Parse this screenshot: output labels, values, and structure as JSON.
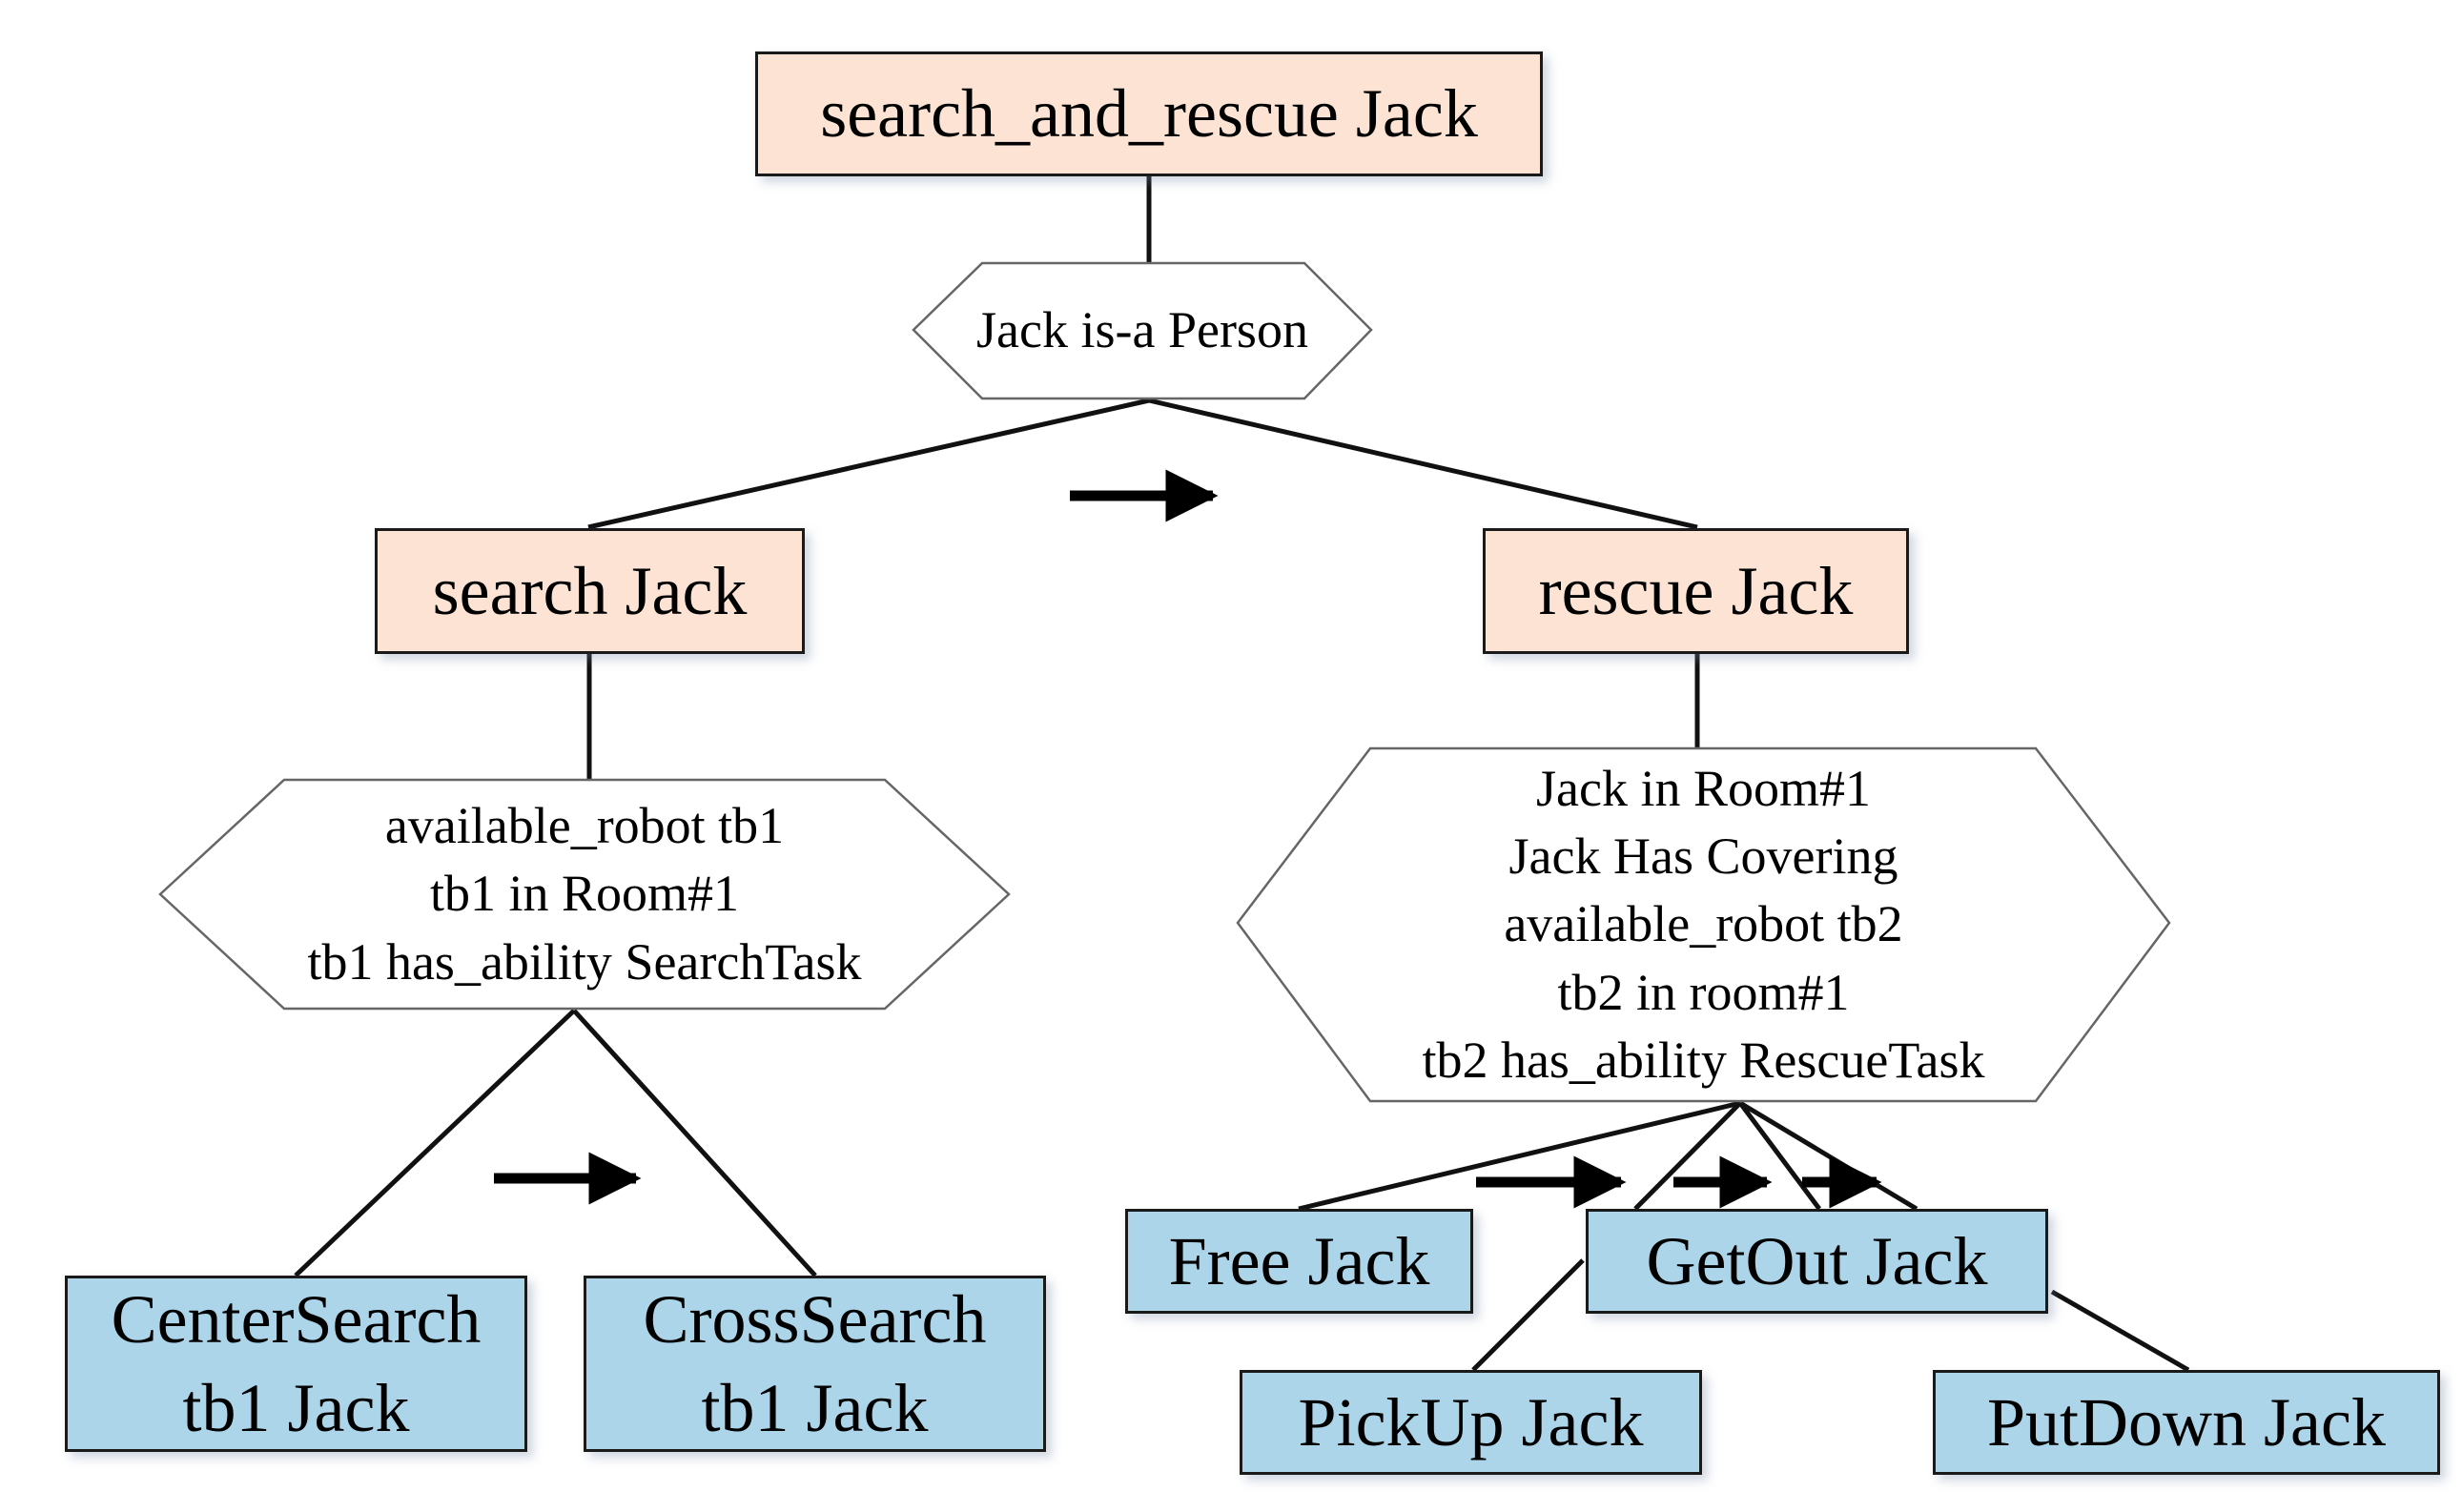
{
  "colors": {
    "task_fill": "#fde3d4",
    "action_fill": "#acd5ea",
    "condition_fill": "#ffffff",
    "stroke": "#1a1a1a"
  },
  "tasks": {
    "root": "search_and_rescue Jack",
    "search": "search Jack",
    "rescue": "rescue Jack"
  },
  "conditions": {
    "root": [
      "Jack is-a Person"
    ],
    "search": [
      "available_robot tb1",
      "tb1 in Room#1",
      "tb1 has_ability SearchTask"
    ],
    "rescue": [
      "Jack in Room#1",
      "Jack Has Covering",
      "available_robot tb2",
      "tb2 in room#1",
      "tb2 has_ability RescueTask"
    ]
  },
  "actions": {
    "center_search": [
      "CenterSearch",
      "tb1 Jack"
    ],
    "cross_search": [
      "CrossSearch",
      "tb1 Jack"
    ],
    "free": [
      "Free Jack"
    ],
    "getout": [
      "GetOut Jack"
    ],
    "pickup": [
      "PickUp Jack"
    ],
    "putdown": [
      "PutDown Jack"
    ]
  },
  "sequence_arrows": [
    "top",
    "search-children",
    "rescue-1",
    "rescue-2",
    "rescue-3"
  ]
}
